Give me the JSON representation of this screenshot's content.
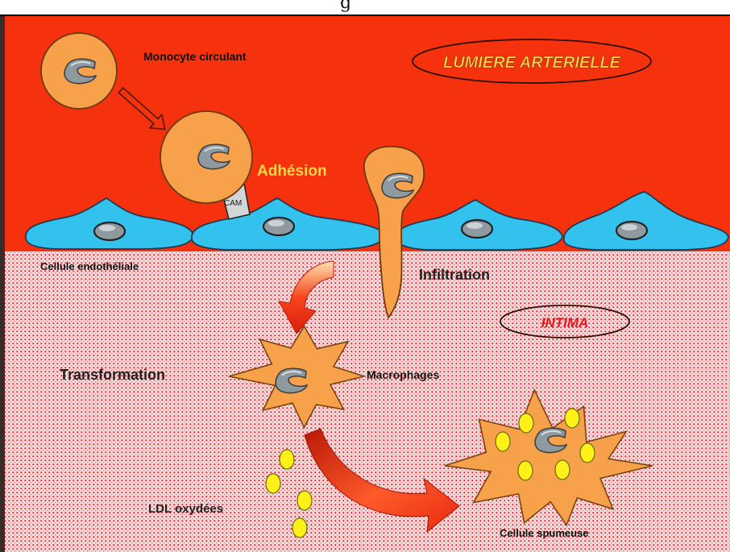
{
  "header": {
    "fragment": "g"
  },
  "zones": {
    "lumen_label": "LUMIERE ARTERIELLE",
    "intima_label": "INTIMA"
  },
  "labels": {
    "monocyte": "Monocyte circulant",
    "adhesion": "Adhésion",
    "cam": "CAM",
    "endothelial": "Cellule endothéliale",
    "infiltration": "Infiltration",
    "transformation": "Transformation",
    "macrophages": "Macrophages",
    "ldl": "LDL oxydées",
    "foam_cell": "Cellule spumeuse"
  },
  "colors": {
    "lumen_red": "#f5320d",
    "intima_pink": "#f4dddd",
    "intima_dots": "#e8141e",
    "cell_orange": "#f7a14a",
    "endothelium_blue": "#33c2ee",
    "nucleus_grey": "#8f9aa0",
    "ldl_yellow": "#fff018",
    "arrow_red": "#e8301a",
    "lumen_label_text": "#ffd84a",
    "intima_label_text": "#e8141e"
  }
}
